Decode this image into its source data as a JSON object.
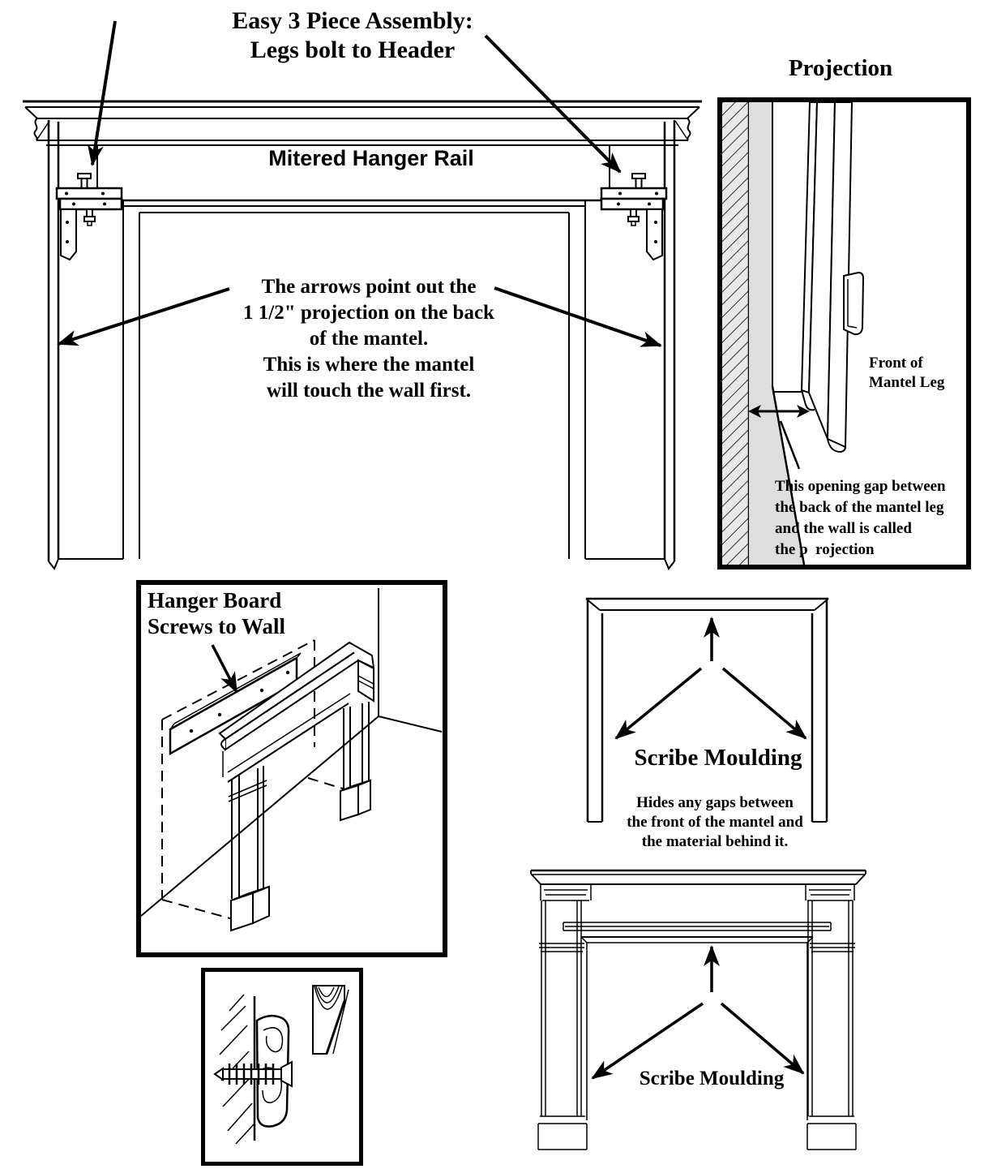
{
  "document": {
    "background": "#ffffff",
    "ink": "#000000"
  },
  "main_diagram": {
    "assembly_note": [
      "Easy 3 Piece Assembly:",
      "Legs bolt to Header"
    ],
    "rail_label": "Mitered Hanger Rail",
    "projection_note": [
      "The arrows point out the",
      "1 1/2\" projection on the back",
      "of the mantel.",
      "This is where the mantel",
      "will touch the wall first."
    ]
  },
  "projection_panel": {
    "title": "Projection",
    "front_leg_label": [
      "Front of",
      "Mantel Leg"
    ],
    "gap_note": [
      "This opening gap between",
      "the back of the mantel leg",
      "and the wall is called",
      "the p  rojection"
    ],
    "wall_fill": "#e8e8e8",
    "gap_fill": "#dedede"
  },
  "hanger_panel": {
    "title": [
      "Hanger Board",
      "Screws to Wall"
    ]
  },
  "scribe_diagram": {
    "label": "Scribe Moulding",
    "note": [
      "Hides any gaps between",
      "the front of the mantel and",
      "the material behind it."
    ]
  },
  "lower_mantel_diagram": {
    "label": "Scribe Moulding"
  }
}
